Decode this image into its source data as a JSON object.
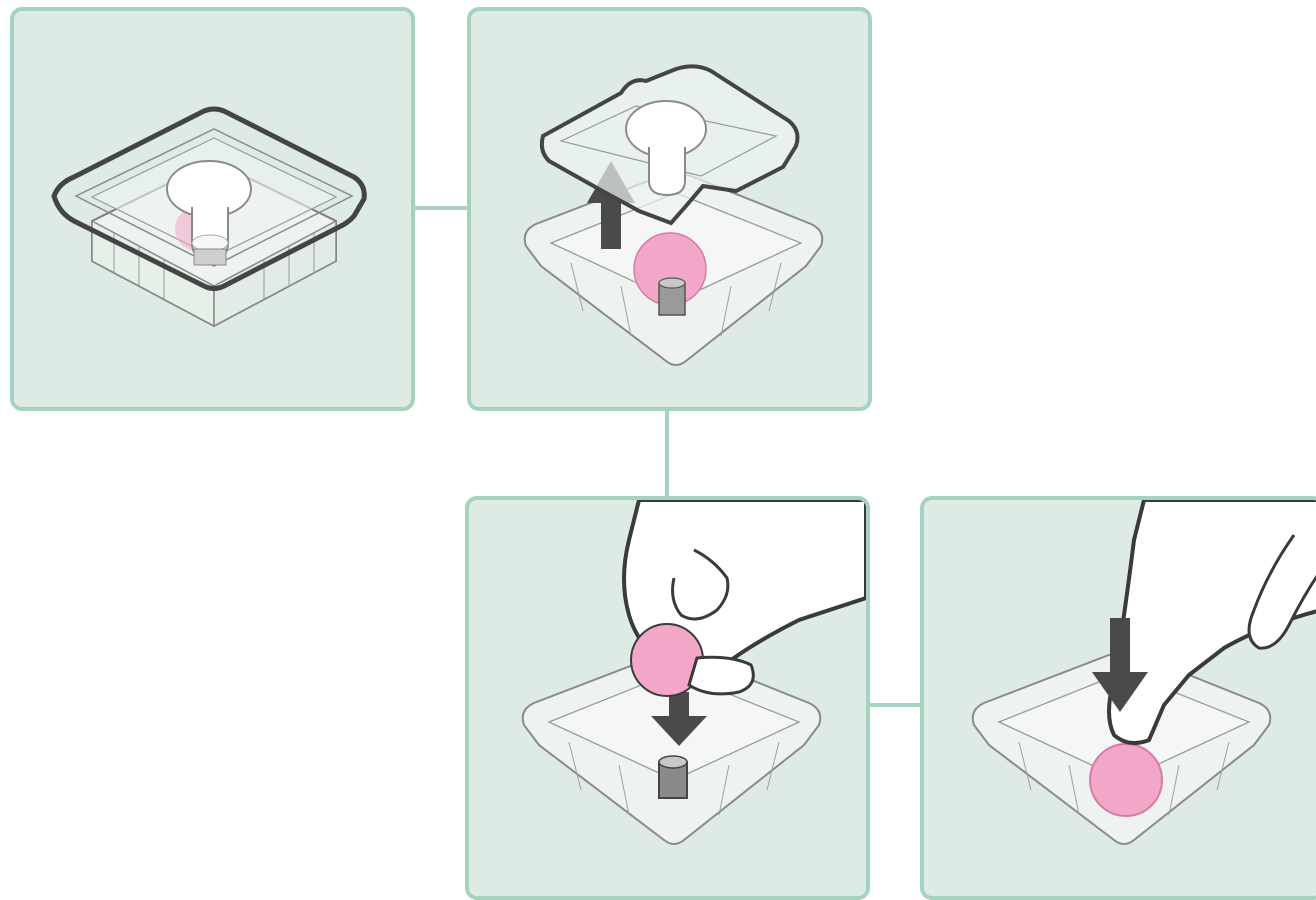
{
  "diagram": {
    "panel_count": 4,
    "colors": {
      "panel_fill": "#deebe4",
      "panel_border": "#a6d3bd",
      "tray_stroke": "#7d7d7d",
      "tray_fill": "#eef3f0",
      "lid_outline": "#444444",
      "cap_fill": "#ffffff",
      "sphere_pink": "#f2a6c8",
      "sphere_stroke": "#d87aa7",
      "arrow_fill": "#4a4a4a",
      "post_fill": "#9a9a9a",
      "hand_fill": "#ffffff",
      "hand_stroke": "#3a3a3a"
    },
    "icons": [
      "sealed-tray",
      "lid-lift-arrow",
      "hand-place-sphere",
      "hand-press-sphere"
    ]
  }
}
